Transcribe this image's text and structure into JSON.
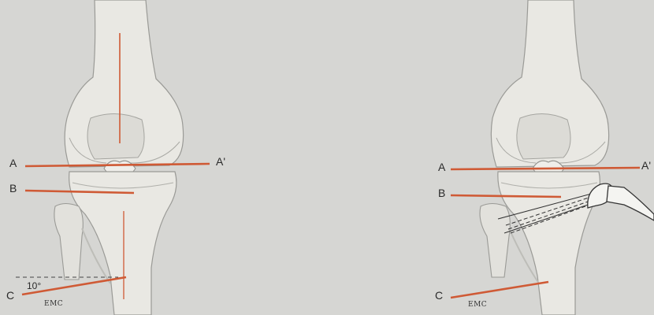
{
  "left_panel": {
    "label_a": "A",
    "label_a_prime": "A'",
    "label_b": "B",
    "label_c": "C",
    "angle_label": "10°",
    "signature": "EMC"
  },
  "right_panel": {
    "label_a": "A",
    "label_a_prime": "A'",
    "label_b": "B",
    "label_c": "C",
    "signature": "EMC"
  },
  "colors": {
    "background": "#d6d6d3",
    "bone": "#e9e8e3",
    "bone_edge": "#9a9a96",
    "bone_shadow": "#c4c4bf",
    "marker_line": "#cf5a35"
  }
}
